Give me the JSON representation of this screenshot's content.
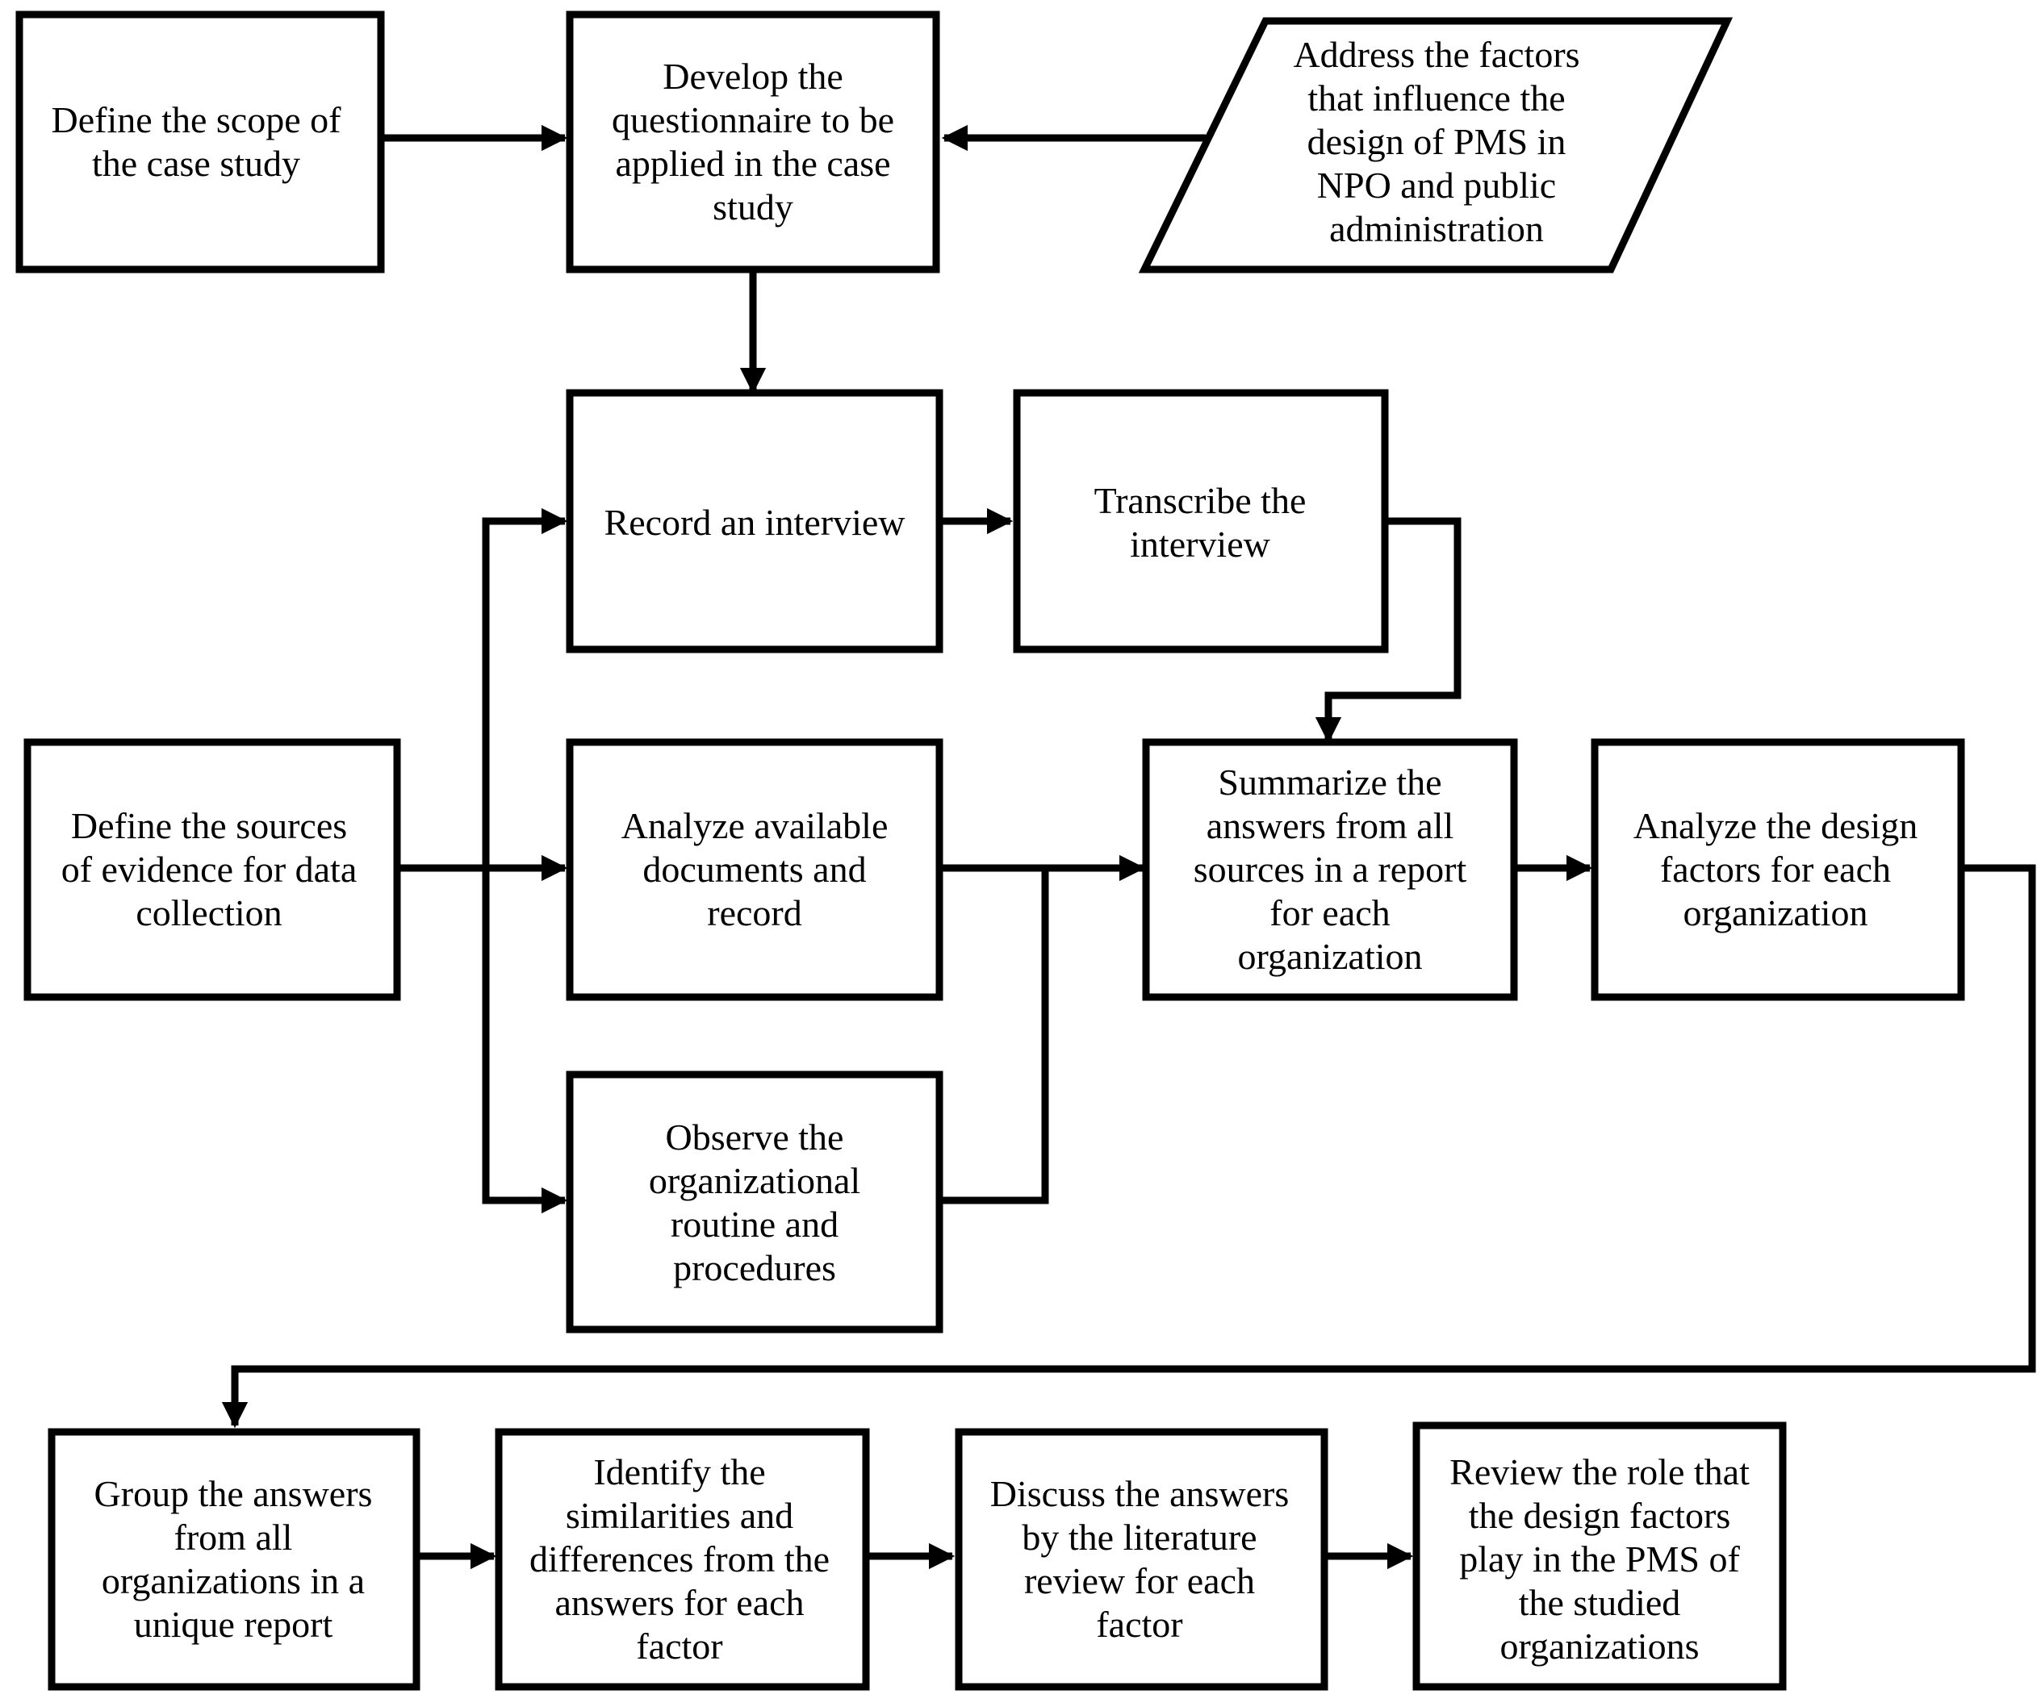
{
  "nodes": {
    "define_scope": {
      "lines": [
        "Define the scope of",
        "the case study"
      ]
    },
    "develop_questionnaire": {
      "lines": [
        "Develop the",
        "questionnaire to be",
        "applied in the case",
        "study"
      ]
    },
    "address_factors": {
      "lines": [
        "Address the factors",
        "that influence the",
        "design of PMS in",
        "NPO and public",
        "administration"
      ]
    },
    "record_interview": {
      "lines": [
        "Record an interview"
      ]
    },
    "transcribe_interview": {
      "lines": [
        "Transcribe the",
        "interview"
      ]
    },
    "define_sources": {
      "lines": [
        "Define the sources",
        "of evidence for data",
        "collection"
      ]
    },
    "analyze_documents": {
      "lines": [
        "Analyze available",
        "documents and",
        "record"
      ]
    },
    "summarize_answers": {
      "lines": [
        "Summarize the",
        "answers from all",
        "sources in a report",
        "for each",
        "organization"
      ]
    },
    "analyze_design_factors": {
      "lines": [
        "Analyze the design",
        "factors for each",
        "organization"
      ]
    },
    "observe_routine": {
      "lines": [
        "Observe the",
        "organizational",
        "routine and",
        "procedures"
      ]
    },
    "group_answers": {
      "lines": [
        "Group the answers",
        "from all",
        "organizations in a",
        "unique report"
      ]
    },
    "identify_similarities": {
      "lines": [
        "Identify the",
        "similarities and",
        "differences from the",
        "answers for each",
        "factor"
      ]
    },
    "discuss_answers": {
      "lines": [
        "Discuss the answers",
        "by the literature",
        "review for each",
        "factor"
      ]
    },
    "review_role": {
      "lines": [
        "Review the role that",
        "the design factors",
        "play in the PMS of",
        "the studied",
        "organizations"
      ]
    }
  }
}
